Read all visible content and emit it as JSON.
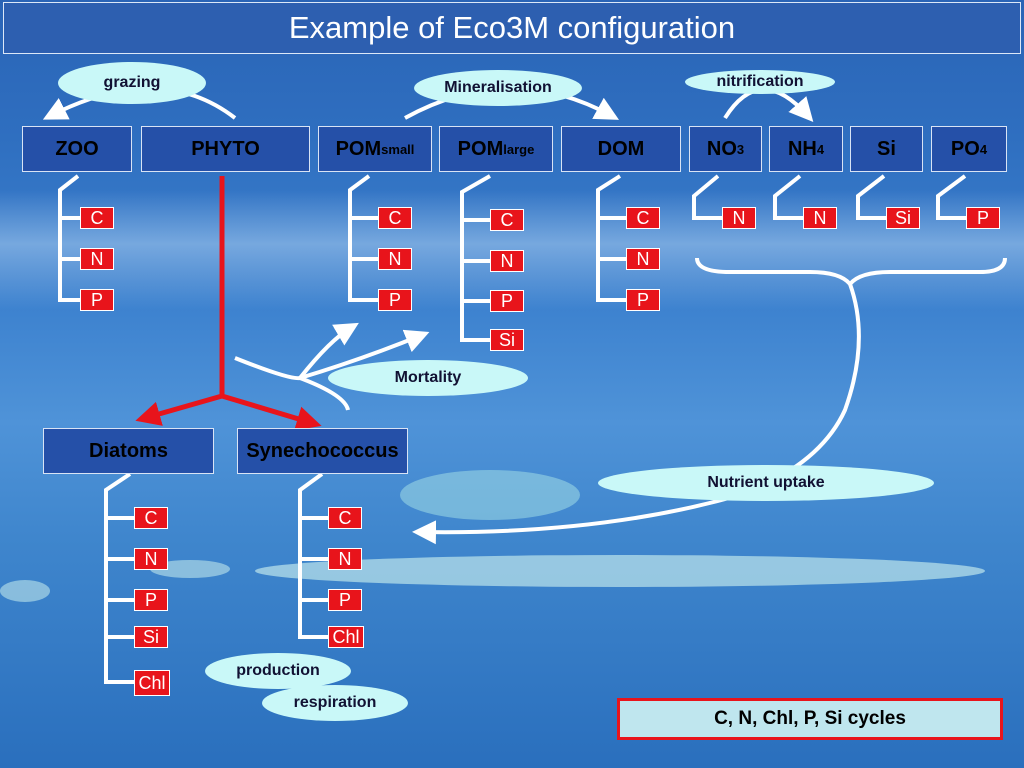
{
  "title": "Example of Eco3M configuration",
  "top_boxes": [
    {
      "id": "zoo",
      "label": "ZOO",
      "sub": ""
    },
    {
      "id": "phyto",
      "label": "PHYTO",
      "sub": ""
    },
    {
      "id": "pom-small",
      "label": "POM",
      "sub": "small"
    },
    {
      "id": "pom-large",
      "label": "POM",
      "sub": "large"
    },
    {
      "id": "dom",
      "label": "DOM",
      "sub": ""
    },
    {
      "id": "no3",
      "label": "NO",
      "sub": "3"
    },
    {
      "id": "nh4",
      "label": "NH",
      "sub": "4"
    },
    {
      "id": "si",
      "label": "Si",
      "sub": ""
    },
    {
      "id": "po4",
      "label": "PO",
      "sub": "4"
    }
  ],
  "bottom_boxes": [
    {
      "id": "diatoms",
      "label": "Diatoms"
    },
    {
      "id": "synechococcus",
      "label": "Synechococcus"
    }
  ],
  "tags": {
    "zoo": [
      "C",
      "N",
      "P"
    ],
    "pom_small": [
      "C",
      "N",
      "P"
    ],
    "pom_large": [
      "C",
      "N",
      "P",
      "Si"
    ],
    "dom": [
      "C",
      "N",
      "P"
    ],
    "no3": [
      "N"
    ],
    "nh4": [
      "N"
    ],
    "si": [
      "Si"
    ],
    "po4": [
      "P"
    ],
    "diatoms": [
      "C",
      "N",
      "P",
      "Si",
      "Chl"
    ],
    "synechococcus": [
      "C",
      "N",
      "P",
      "Chl"
    ]
  },
  "processes": {
    "grazing": "grazing",
    "mineralisation": "Mineralisation",
    "nitrification": "nitrification",
    "mortality": "Mortality",
    "nutrient_uptake": "Nutrient uptake",
    "production": "production",
    "respiration": "respiration"
  },
  "legend": "C, N, Chl, P, Si cycles",
  "colors": {
    "box": "#2550a8",
    "tag": "#e8141b",
    "oval": "#c9f8f8",
    "legend_bg": "#bfe6ee"
  }
}
